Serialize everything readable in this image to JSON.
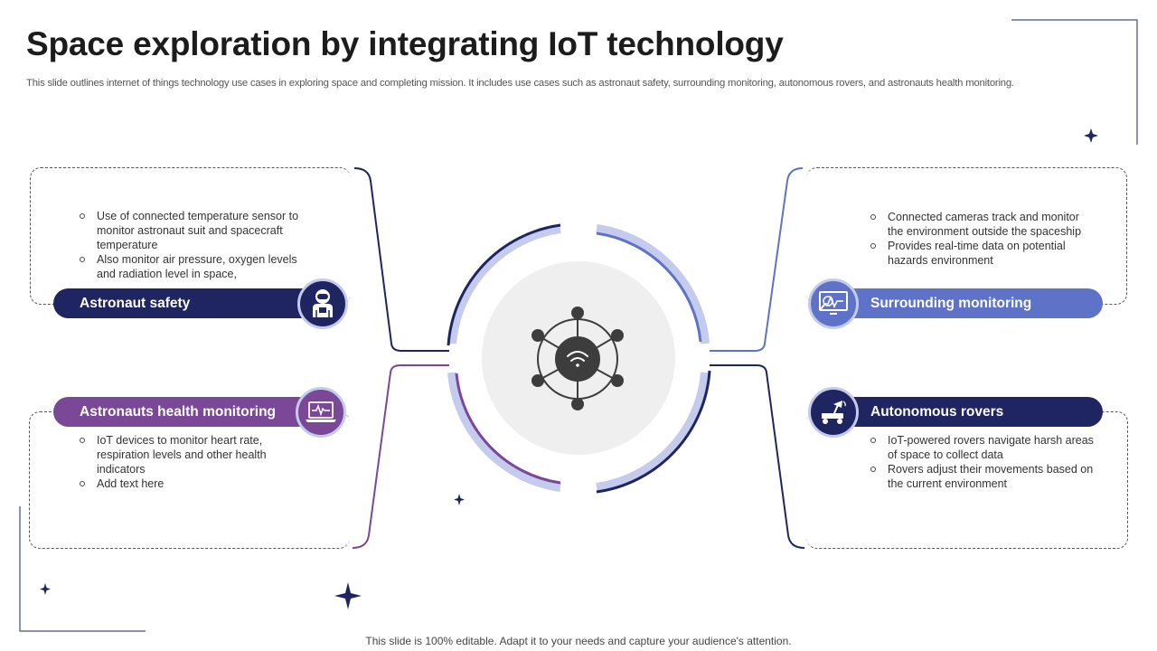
{
  "title": "Space exploration by integrating IoT technology",
  "subtitle": "This slide outlines internet of things technology use cases in exploring space and completing mission. It includes use cases such as astronaut safety, surrounding monitoring, autonomous rovers, and astronauts health monitoring.",
  "footer": "This slide is 100% editable. Adapt it to your needs and capture your audience's attention.",
  "colors": {
    "navy": "#1e2560",
    "blue": "#5e72c7",
    "purple": "#7a4896",
    "ring_light": "#c4cbed",
    "center_gray": "#efefef",
    "hub_dark": "#3d3d3d"
  },
  "cards": {
    "astronaut_safety": {
      "label": "Astronaut safety",
      "icon": "astronaut-icon",
      "bullets": [
        "Use of connected temperature sensor to monitor astronaut suit and spacecraft temperature",
        "Also monitor air pressure, oxygen levels and radiation level in space,"
      ]
    },
    "surrounding_monitoring": {
      "label": "Surrounding monitoring",
      "icon": "monitoring-screen-icon",
      "bullets": [
        "Connected cameras track and monitor the environment outside the spaceship",
        "Provides real-time data on potential hazards environment"
      ]
    },
    "health_monitoring": {
      "label": "Astronauts health monitoring",
      "icon": "heartbeat-laptop-icon",
      "bullets": [
        "IoT devices to monitor heart rate, respiration levels and other health indicators",
        "Add text here"
      ]
    },
    "autonomous_rovers": {
      "label": "Autonomous rovers",
      "icon": "rover-icon",
      "bullets": [
        "IoT-powered rovers navigate harsh areas of space to collect data",
        "Rovers adjust their movements based on the current environment"
      ]
    }
  },
  "center": {
    "icon": "iot-network-icon"
  }
}
